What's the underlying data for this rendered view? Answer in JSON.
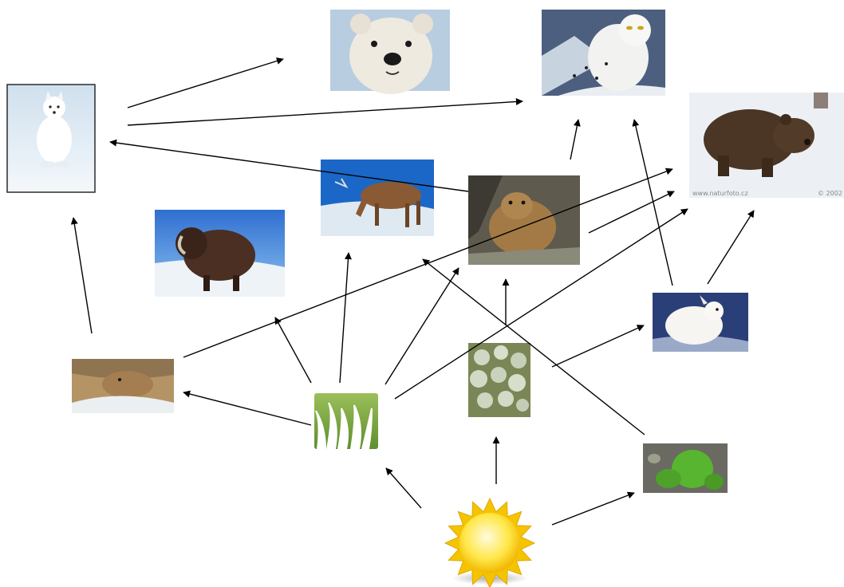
{
  "diagram": {
    "type": "food-web",
    "nodes": [
      {
        "id": "arctic-fox"
      },
      {
        "id": "polar-bear"
      },
      {
        "id": "snowy-owl"
      },
      {
        "id": "brown-bear"
      },
      {
        "id": "caribou"
      },
      {
        "id": "musk-ox"
      },
      {
        "id": "marmot"
      },
      {
        "id": "lemming"
      },
      {
        "id": "arctic-hare"
      },
      {
        "id": "lichen"
      },
      {
        "id": "grass"
      },
      {
        "id": "moss"
      },
      {
        "id": "sun"
      }
    ],
    "edges": [
      {
        "from": "arctic-fox",
        "to": "polar-bear"
      },
      {
        "from": "arctic-fox",
        "to": "snowy-owl"
      },
      {
        "from": "marmot",
        "to": "arctic-fox"
      },
      {
        "from": "lemming",
        "to": "arctic-fox"
      },
      {
        "from": "marmot",
        "to": "snowy-owl"
      },
      {
        "from": "marmot",
        "to": "brown-bear"
      },
      {
        "from": "arctic-hare",
        "to": "snowy-owl"
      },
      {
        "from": "arctic-hare",
        "to": "brown-bear"
      },
      {
        "from": "lemming",
        "to": "brown-bear"
      },
      {
        "from": "grass",
        "to": "lemming"
      },
      {
        "from": "grass",
        "to": "musk-ox"
      },
      {
        "from": "grass",
        "to": "caribou"
      },
      {
        "from": "grass",
        "to": "marmot"
      },
      {
        "from": "grass",
        "to": "brown-bear"
      },
      {
        "from": "lichen",
        "to": "marmot"
      },
      {
        "from": "lichen",
        "to": "arctic-hare"
      },
      {
        "from": "moss",
        "to": "caribou"
      },
      {
        "from": "sun",
        "to": "grass"
      },
      {
        "from": "sun",
        "to": "lichen"
      },
      {
        "from": "sun",
        "to": "moss"
      }
    ]
  },
  "colors": {
    "arrow": "#000000",
    "background": "#ffffff"
  },
  "watermarks": {
    "brown_bear_site": "www.naturfoto.cz",
    "brown_bear_copyright": "© 2002"
  }
}
